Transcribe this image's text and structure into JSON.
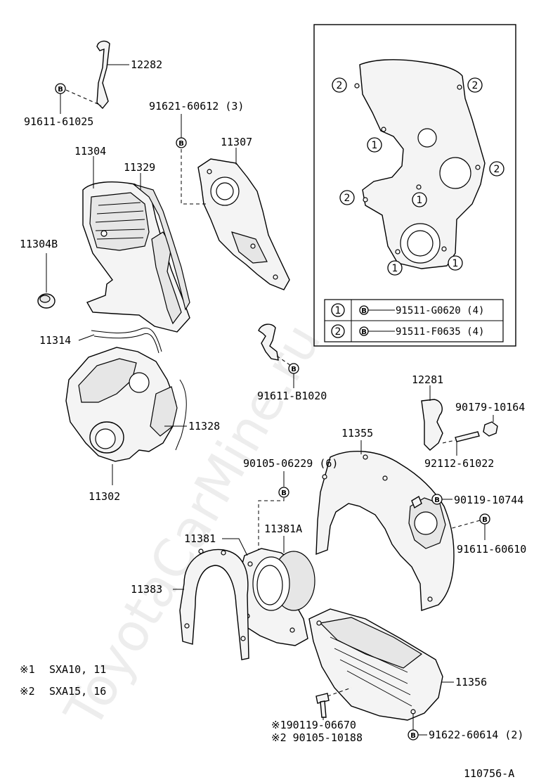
{
  "watermark": "ToyotaCarMine.ru",
  "diagram_id": "110756-A",
  "parts": {
    "p12282": "12282",
    "p91611_61025": "91611-61025",
    "p91621_60612": "91621-60612 (3)",
    "p11304": "11304",
    "p11329": "11329",
    "p11307": "11307",
    "p11304B": "11304B",
    "p11314": "11314",
    "p11328": "11328",
    "p11302": "11302",
    "p91611_B1020": "91611-B1020",
    "p12281": "12281",
    "p90179_10164": "90179-10164",
    "p92112_61022": "92112-61022",
    "p11355": "11355",
    "p90105_06229": "90105-06229 (6)",
    "p90119_10744": "90119-10744",
    "p91611_60610": "91611-60610",
    "p11381": "11381",
    "p11381A": "11381A",
    "p11383": "11383",
    "p11356": "11356",
    "p90119_06670": "※190119-06670",
    "p90105_10188": "※2 90105-10188",
    "p91622_60614": "91622-60614 (2)"
  },
  "inset": {
    "callout_1": "1",
    "callout_2": "2",
    "legend": [
      {
        "key": "1",
        "bolt": "B",
        "part": "91511-G0620 (4)"
      },
      {
        "key": "2",
        "bolt": "B",
        "part": "91511-F0635 (4)"
      }
    ]
  },
  "notes": [
    {
      "mark": "※1",
      "text": "SXA10, 11"
    },
    {
      "mark": "※2",
      "text": "SXA15, 16"
    }
  ],
  "bolt_mark": "B"
}
